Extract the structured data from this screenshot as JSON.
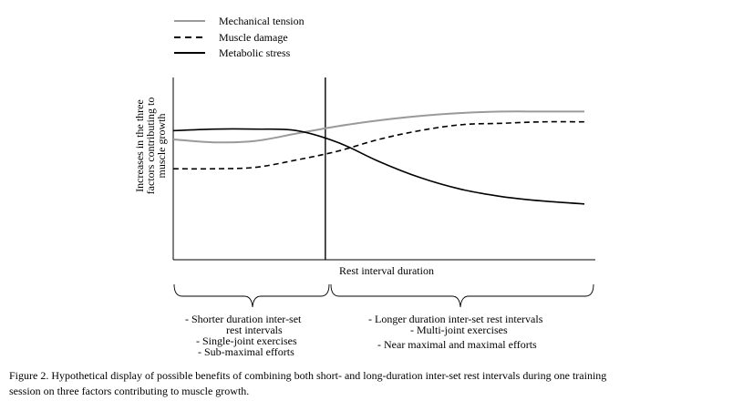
{
  "chart_data": {
    "type": "line",
    "title": "",
    "xlabel": "Rest interval duration",
    "ylabel_lines": [
      "Increases in the three",
      "factors contributing to",
      "muscle growth"
    ],
    "grid": false,
    "legend_placement": "top-left",
    "x": [
      0.0,
      0.1,
      0.2,
      0.3,
      0.4,
      0.5,
      0.6,
      0.7,
      0.8,
      0.9,
      1.0
    ],
    "xlim": [
      0,
      1
    ],
    "ylim": [
      0,
      1
    ],
    "split_x": 0.37,
    "series": [
      {
        "name": "Mechanical tension",
        "style": "solid",
        "color": "#9a9a9a",
        "values": [
          0.82,
          0.8,
          0.81,
          0.86,
          0.91,
          0.95,
          0.98,
          1.0,
          1.01,
          1.01,
          1.01
        ]
      },
      {
        "name": "Muscle damage",
        "style": "dashed",
        "color": "#000000",
        "values": [
          0.62,
          0.62,
          0.63,
          0.68,
          0.74,
          0.82,
          0.88,
          0.92,
          0.93,
          0.94,
          0.94
        ]
      },
      {
        "name": "Metabolic stress",
        "style": "solid",
        "color": "#000000",
        "values": [
          0.88,
          0.89,
          0.89,
          0.88,
          0.8,
          0.67,
          0.56,
          0.48,
          0.43,
          0.4,
          0.38
        ]
      }
    ]
  },
  "braces": {
    "left": {
      "lines": [
        "-  Shorter duration inter-set",
        "rest intervals",
        "-  Single-joint exercises",
        "-  Sub-maximal efforts"
      ]
    },
    "right": {
      "lines": [
        "-  Longer duration inter-set rest intervals",
        "-  Multi-joint exercises",
        "-  Near maximal and maximal efforts"
      ]
    }
  },
  "caption": {
    "line1": "Figure 2. Hypothetical display of possible benefits of combining both short- and long-duration inter-set rest intervals during one training",
    "line2": "session on three factors contributing to muscle growth."
  }
}
